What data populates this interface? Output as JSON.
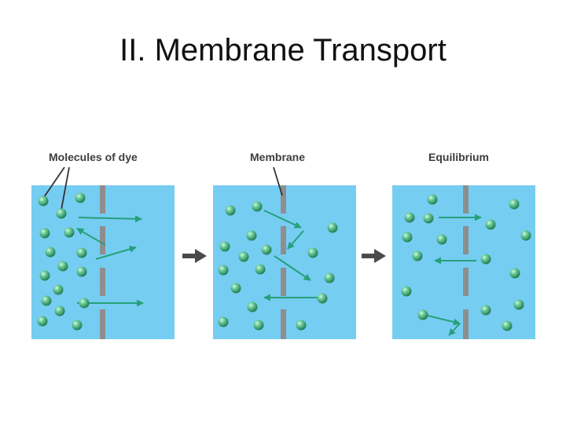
{
  "title": "II. Membrane Transport",
  "labels": {
    "dye": "Molecules of dye",
    "membrane": "Membrane",
    "equilibrium": "Equilibrium"
  },
  "colors": {
    "water": "#76cdf2",
    "membrane": "#8e8e8e",
    "molecule": "#3aa57a",
    "arrow": "#26a07a",
    "pointer": "#333333",
    "step_arrow": "#4a4a4a"
  }
}
